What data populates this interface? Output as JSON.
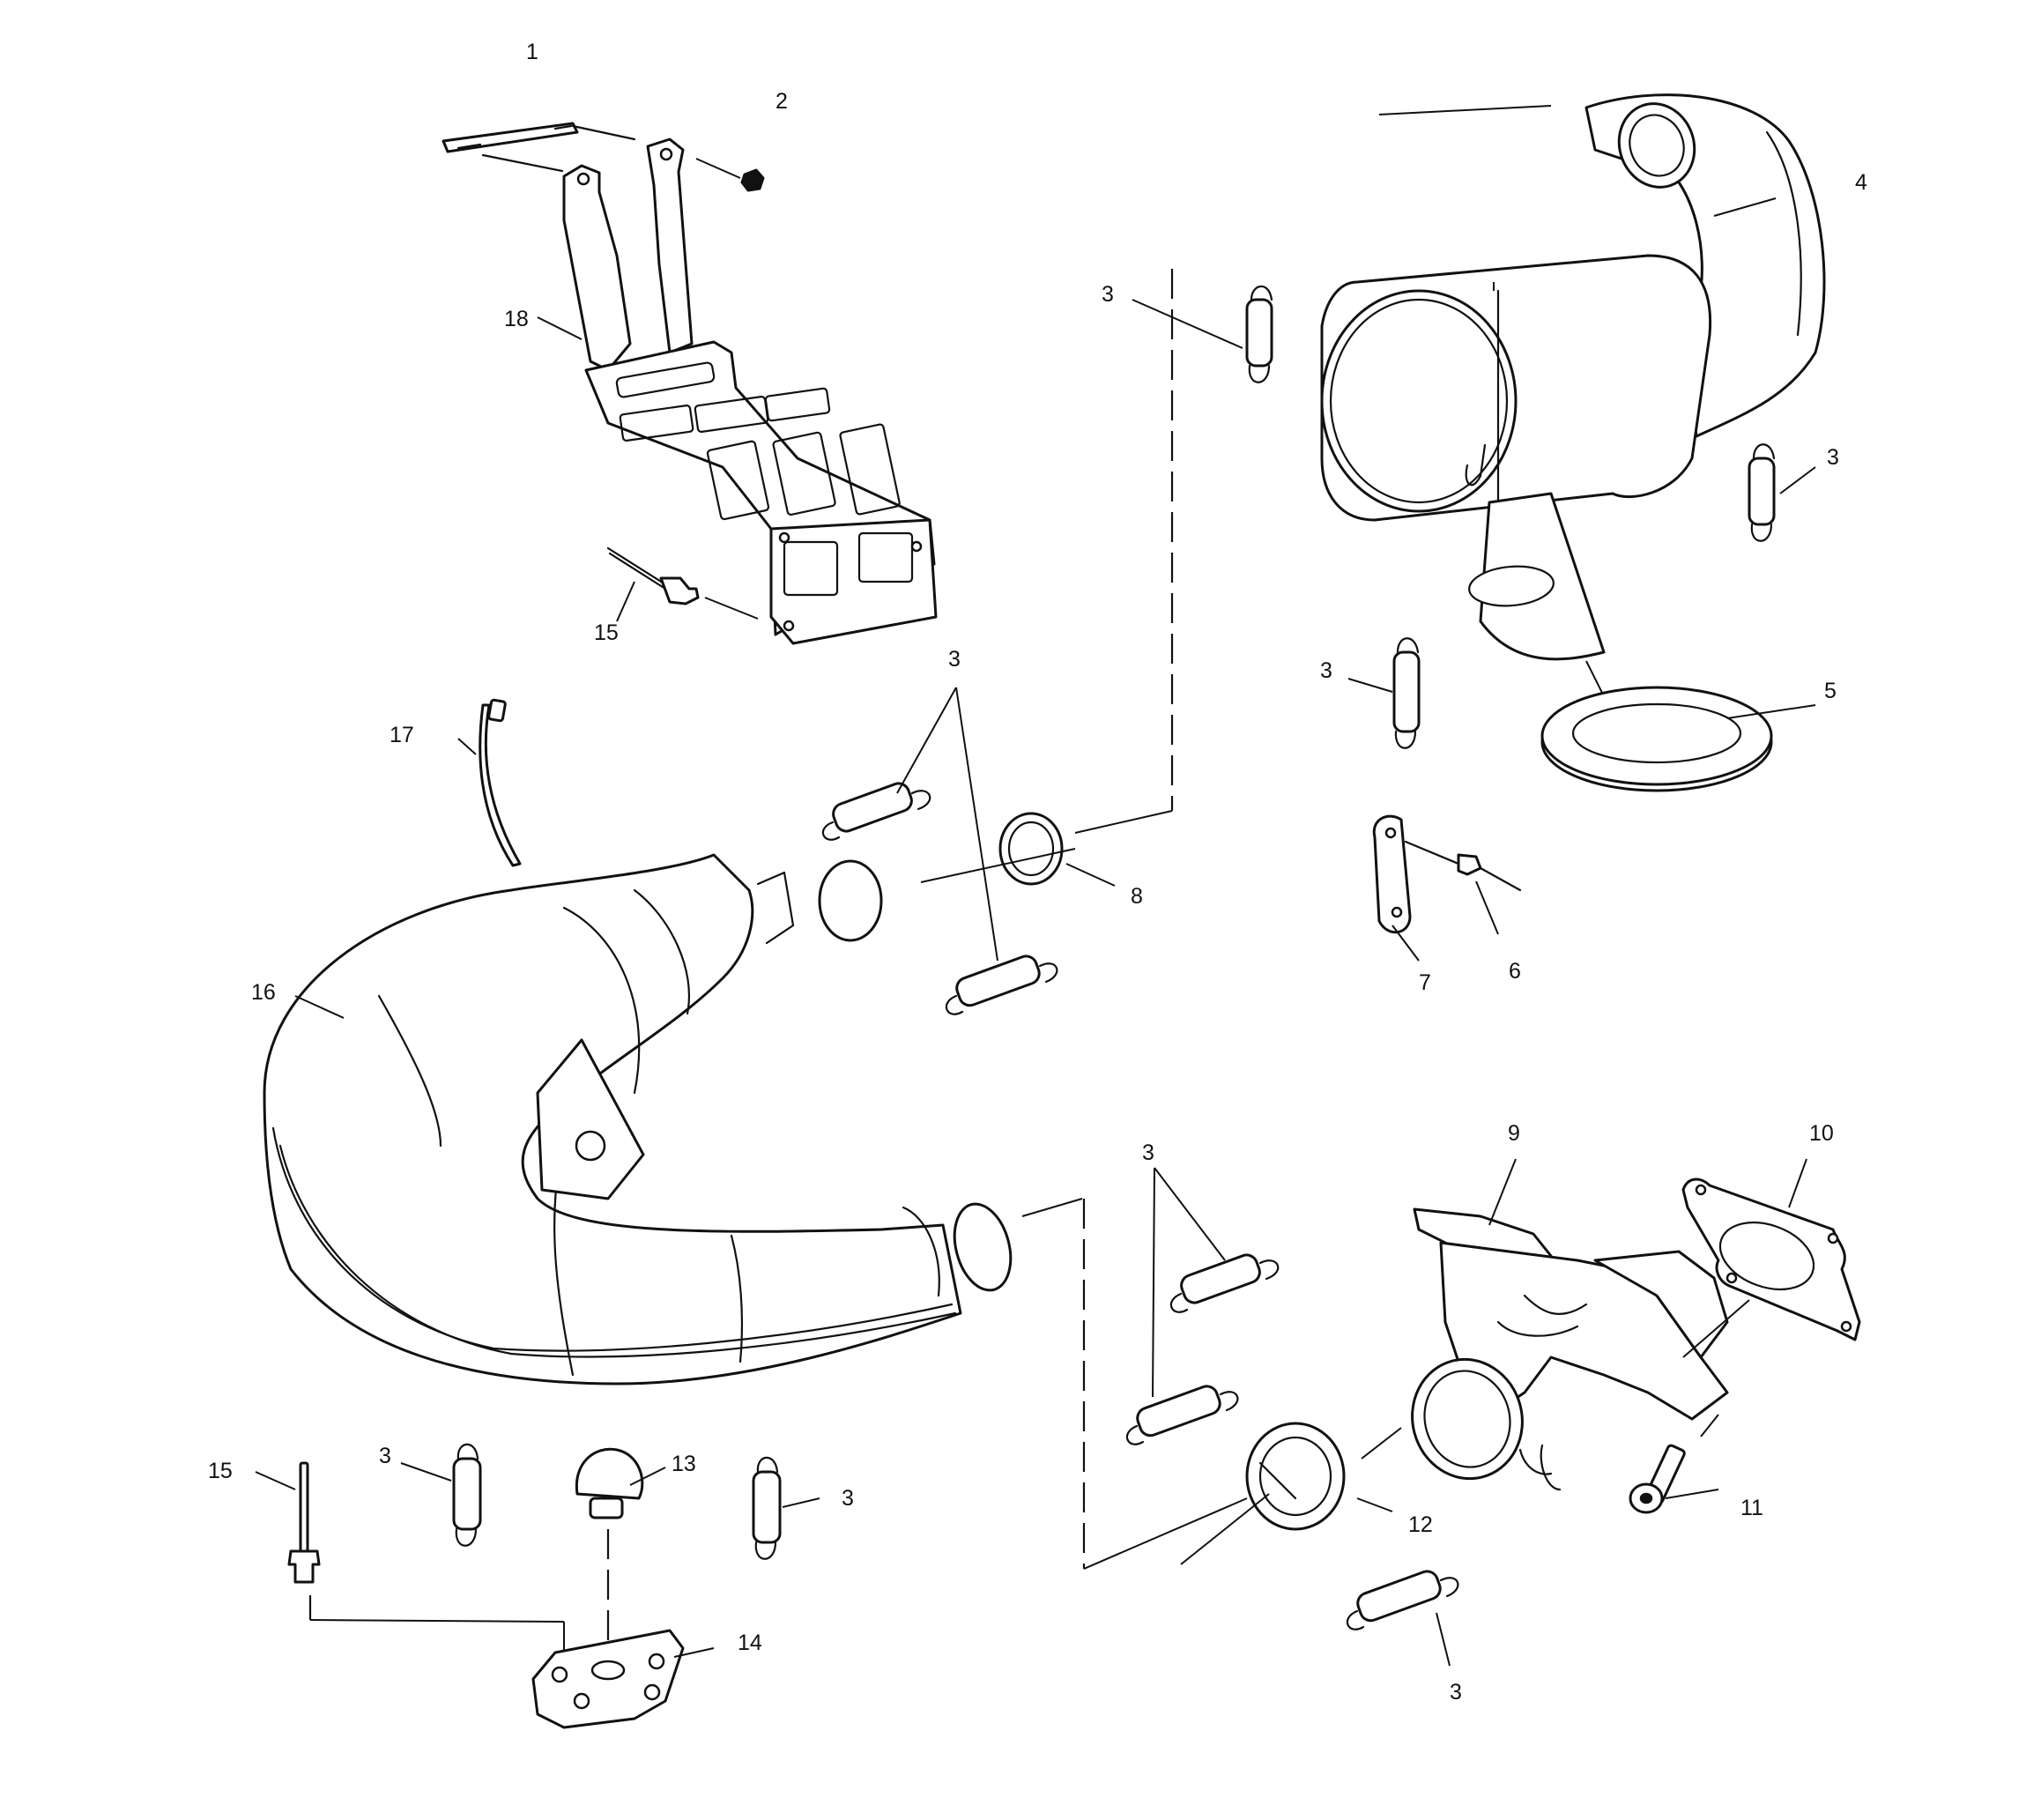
{
  "callouts": {
    "c1": "1",
    "c2": "2",
    "c3a": "3",
    "c3b": "3",
    "c3c": "3",
    "c3d": "3",
    "c3e": "3",
    "c3f": "3",
    "c3g": "3",
    "c3h": "3",
    "c4": "4",
    "c5": "5",
    "c6": "6",
    "c7": "7",
    "c8": "8",
    "c9": "9",
    "c10": "10",
    "c11": "11",
    "c12": "12",
    "c13": "13",
    "c14": "14",
    "c15a": "15",
    "c15b": "15",
    "c16": "16",
    "c17": "17",
    "c18": "18"
  }
}
